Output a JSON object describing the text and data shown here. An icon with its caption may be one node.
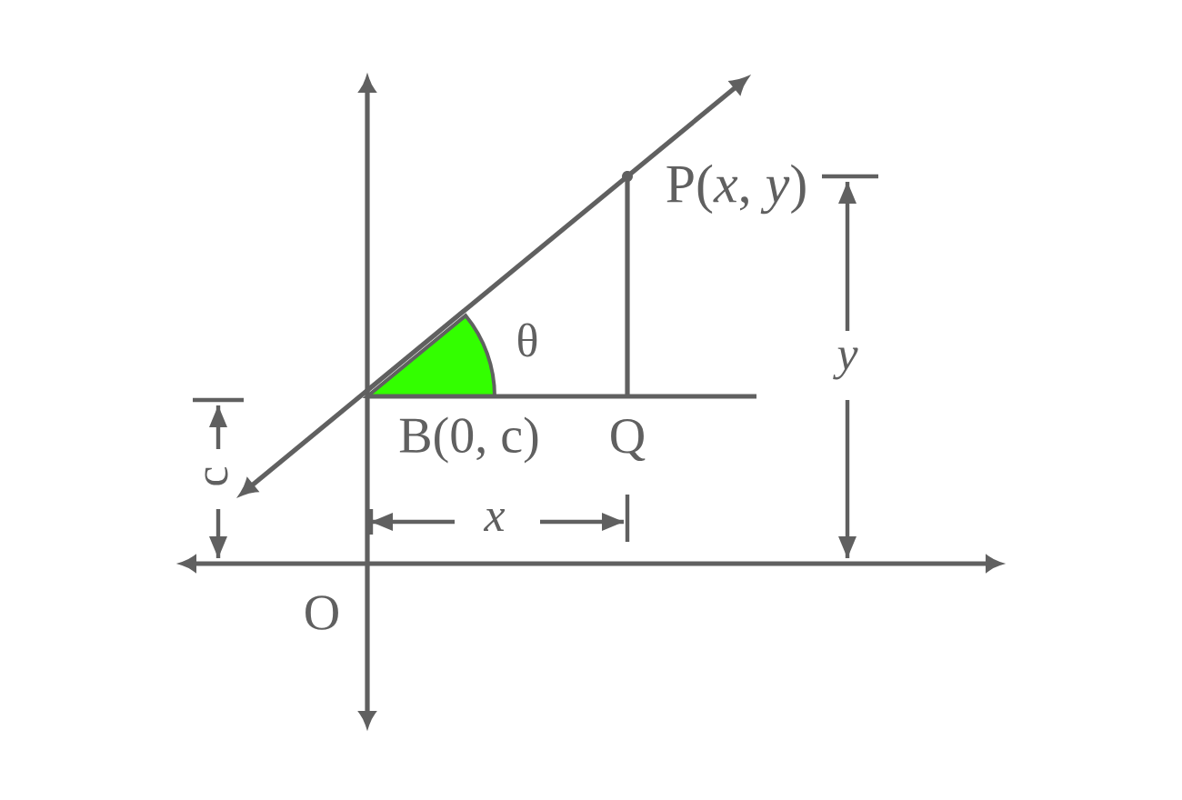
{
  "diagram": {
    "labels": [
      "P(*x*, *y*)",
      "θ",
      "y",
      "c",
      "B(0, c)",
      "Q",
      "x",
      "O"
    ]
  }
}
